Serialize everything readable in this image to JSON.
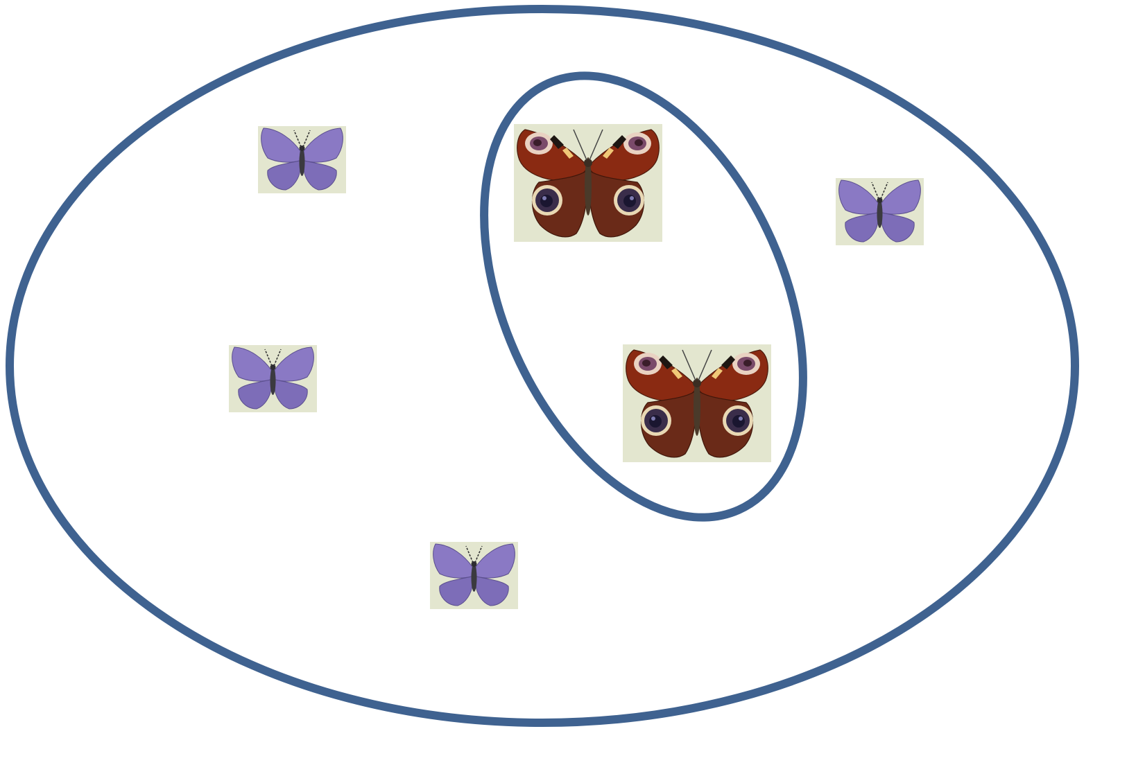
{
  "colors": {
    "background": "#ffffff",
    "set_outline": "#3f6290",
    "tile_background": "#e3e6cf",
    "blue_butterfly_wing": "#8a79c4",
    "blue_butterfly_wing_shade": "#6f5fae",
    "peacock_wing": "#8a2a12",
    "peacock_wing_dark": "#5a2414",
    "peacock_eye_ring": "#f2dca0",
    "peacock_eye_center": "#221a3a"
  },
  "diagram": {
    "outer_set": {
      "icon": "ellipse-outline",
      "members": [
        "blue-butterfly",
        "blue-butterfly",
        "blue-butterfly",
        "blue-butterfly",
        "peacock-butterfly",
        "peacock-butterfly"
      ]
    },
    "inner_subset": {
      "icon": "tilted-ellipse-outline",
      "members": [
        "peacock-butterfly",
        "peacock-butterfly"
      ]
    },
    "item_icons": [
      "blue-butterfly-icon",
      "peacock-butterfly-icon"
    ]
  }
}
